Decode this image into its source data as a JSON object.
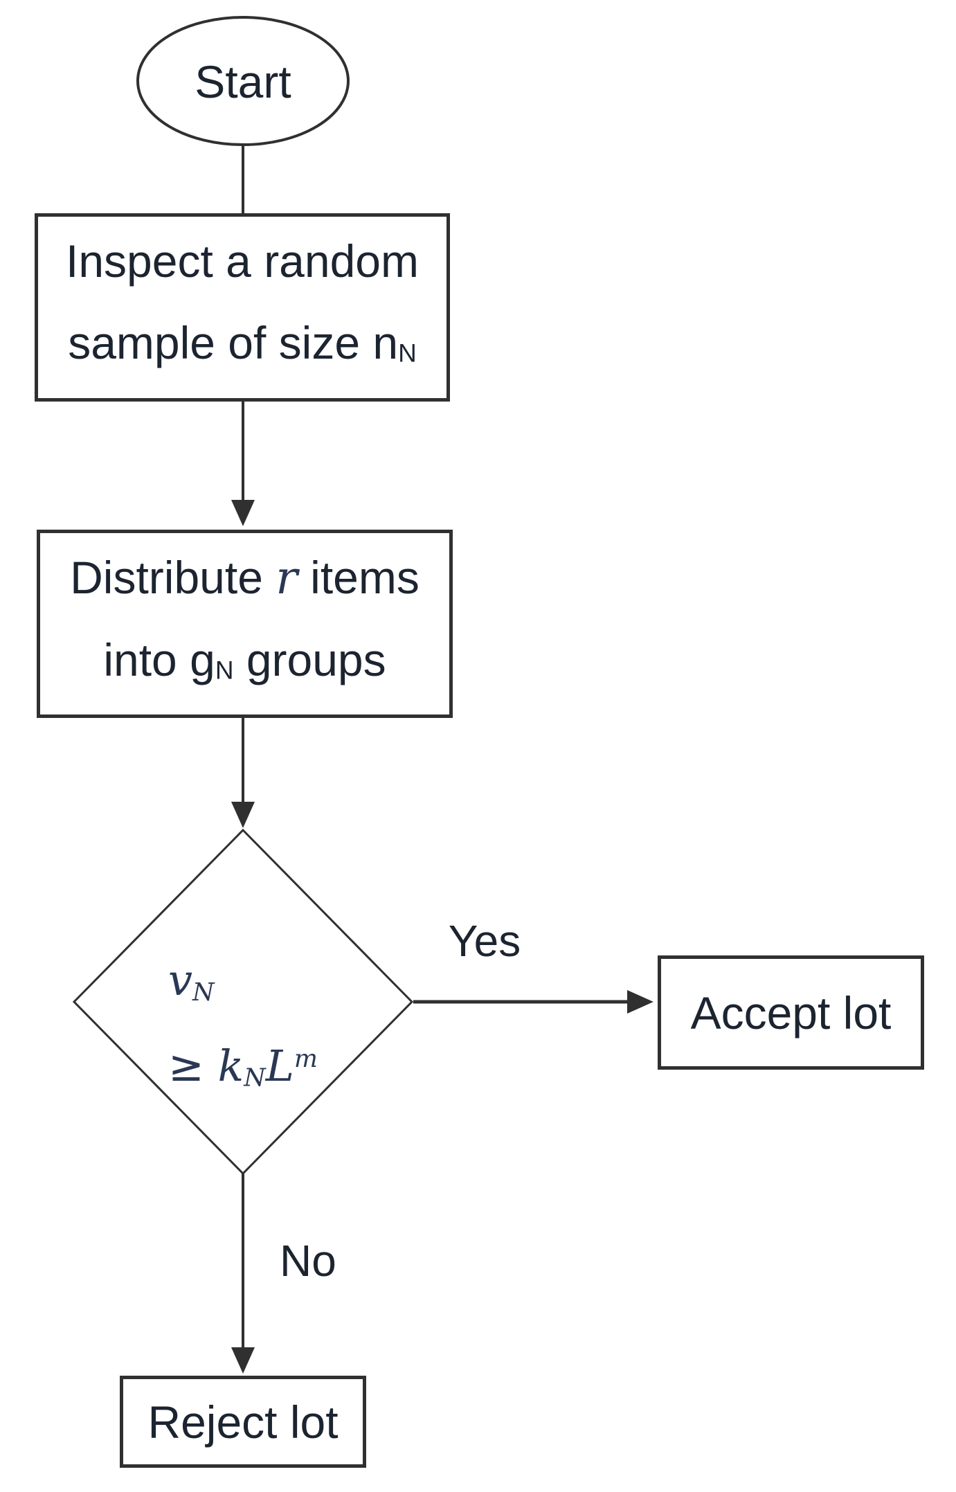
{
  "flowchart": {
    "start": {
      "label": "Start"
    },
    "process1": {
      "line1": "Inspect a random",
      "line2_text": "sample of size n",
      "line2_sub": "N"
    },
    "process2": {
      "line1_pre": "Distribute ",
      "line1_var": "r",
      "line1_post": " items",
      "line2_pre": "into g",
      "line2_sub": "N",
      "line2_post": " groups"
    },
    "decision": {
      "line1_var": "v",
      "line1_sub": "N",
      "line2_op": "≥ ",
      "line2_var1": "k",
      "line2_sub1": "N",
      "line2_var2": "L",
      "line2_sup": "m"
    },
    "yes_label": "Yes",
    "no_label": "No",
    "accept": {
      "label": "Accept lot"
    },
    "reject": {
      "label": "Reject lot"
    },
    "colors": {
      "text": "#1c2430",
      "math": "#2a3854",
      "line": "#303030"
    }
  }
}
